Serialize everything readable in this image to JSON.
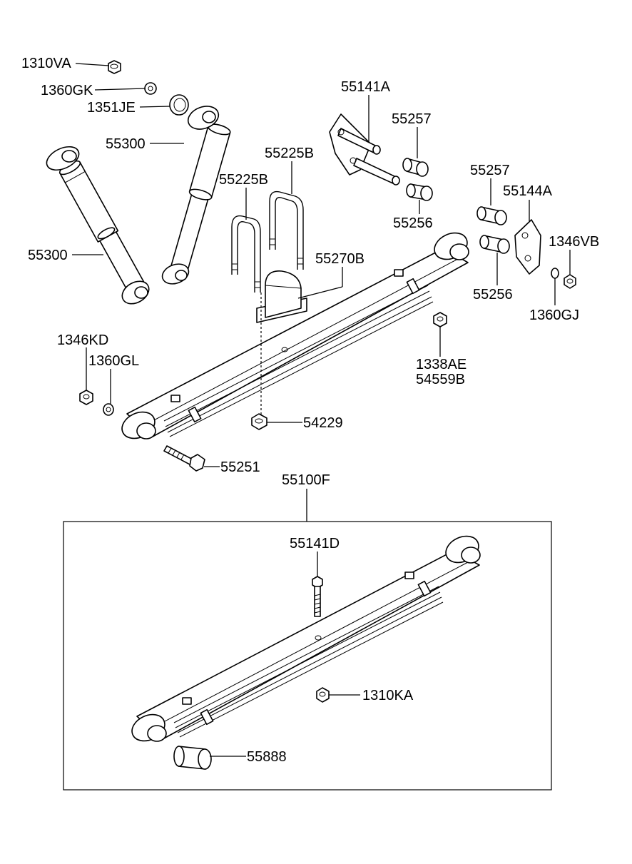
{
  "labels": {
    "nut_top": "1310VA",
    "washer_top": "1360GK",
    "washer_ring": "1351JE",
    "shock_right": "55300",
    "shock_left": "55300",
    "pin_assy": "55141A",
    "bush_upper_a": "55257",
    "bush_lower_a": "55256",
    "ubolt_right": "55225B",
    "ubolt_left": "55225B",
    "pad": "55270B",
    "bush_upper_b": "55257",
    "shackle": "55144A",
    "nut_vb": "1346VB",
    "bush_lower_b": "55256",
    "washer_gj": "1360GJ",
    "nut_ae_1": "1338AE",
    "nut_ae_2": "54559B",
    "nut_kd": "1346KD",
    "washer_gl": "1360GL",
    "nut_center": "54229",
    "bolt_front": "55251",
    "spring_assy": "55100F",
    "center_bolt": "55141D",
    "center_nut": "1310KA",
    "eye_bushing": "55888"
  }
}
